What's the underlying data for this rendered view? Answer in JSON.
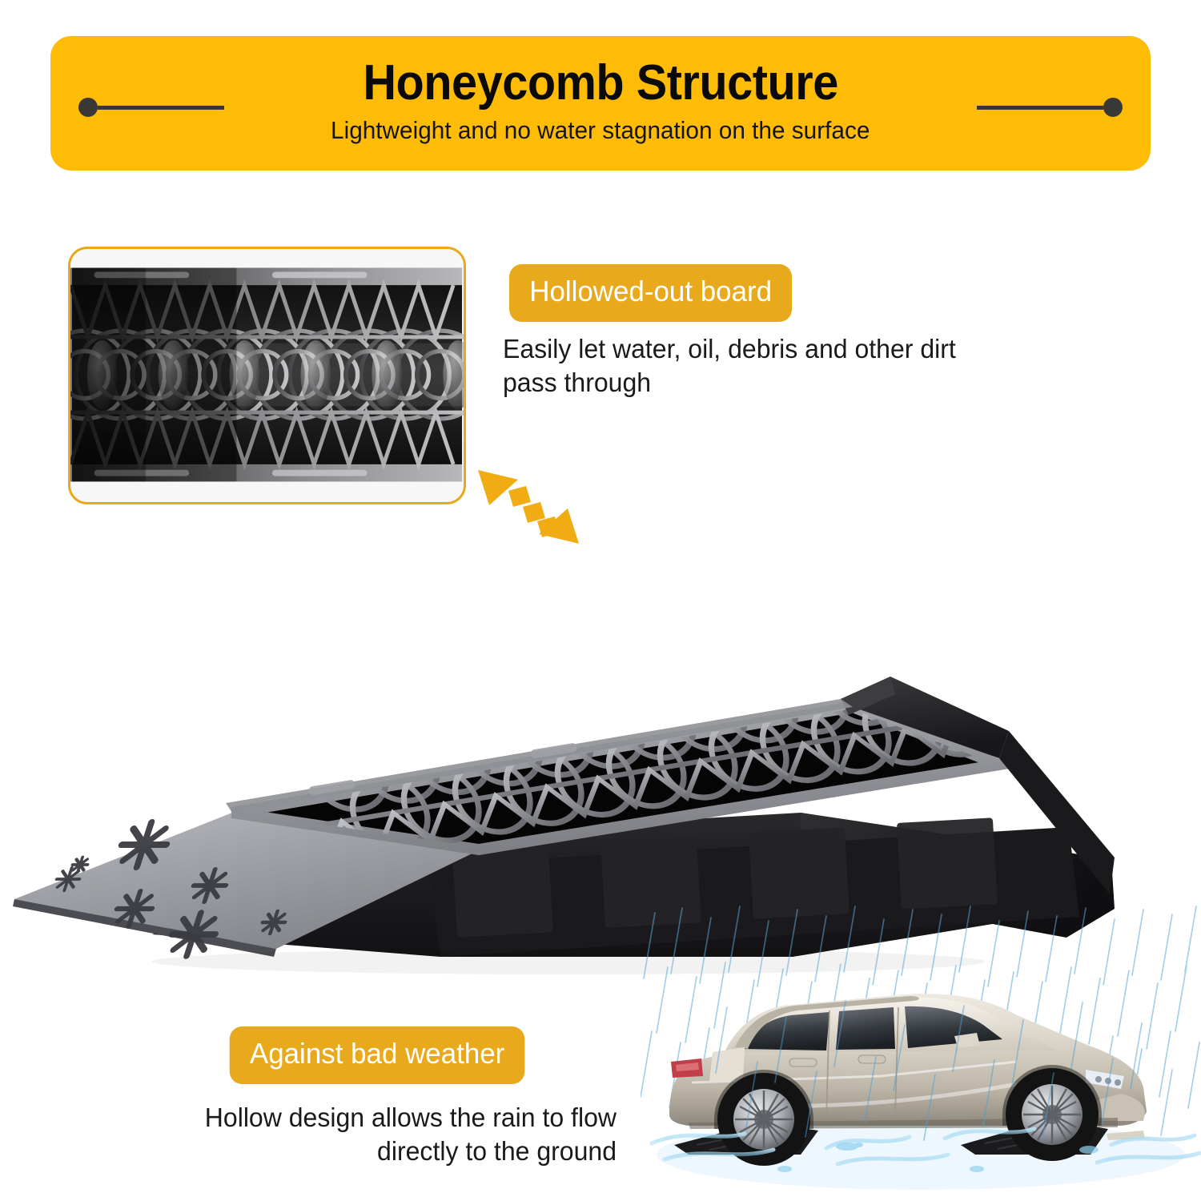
{
  "header": {
    "title": "Honeycomb Structure",
    "subtitle": "Lightweight and no water stagnation on the surface",
    "banner_color": "#FFBC07",
    "deco_color": "#3a3835",
    "title_color": "#0a0a0a"
  },
  "inset": {
    "name": "honeycomb-underside-photo",
    "border_color": "#E8A81C",
    "description": "Close-up of the ramp underside showing the hollow honeycomb lattice ribs"
  },
  "callouts": [
    {
      "id": "hollowed-out-board",
      "badge_label": "Hollowed-out board",
      "caption": "Easily let water, oil, debris and other dirt pass through",
      "badge_color": "#E8A91D",
      "badge_text_color": "#ffffff",
      "caption_color": "#1a1a1a"
    },
    {
      "id": "against-bad-weather",
      "badge_label": "Against bad weather",
      "caption": "Hollow design allows the rain to flow directly to the ground",
      "badge_color": "#E8A91D",
      "badge_text_color": "#ffffff",
      "caption_color": "#1a1a1a"
    }
  ],
  "arrows": [
    {
      "id": "arrow-to-inset",
      "style": "double-headed-dashed",
      "color": "#F0AC12",
      "direction": "up-left-to-down-right"
    },
    {
      "id": "arrow-to-car-scene",
      "style": "double-headed-dashed",
      "color": "#F0AC12",
      "direction": "up-left-to-down-right"
    }
  ],
  "product": {
    "name": "black-honeycomb-car-ramp",
    "deck_color": "#8e9095",
    "body_color": "#1d1d1f",
    "cavity_color": "#050505",
    "tread_pattern": "flower-asterisk-embossed",
    "tread_count": 7
  },
  "car_scene": {
    "name": "suv-on-ramps-in-rain",
    "vehicle": "silver SUV side view",
    "vehicle_color": "#cfc8bb",
    "rain_color": "#5aa8d8",
    "splash_color": "#8fd0ef",
    "ramp_color": "#1b1b1d"
  }
}
